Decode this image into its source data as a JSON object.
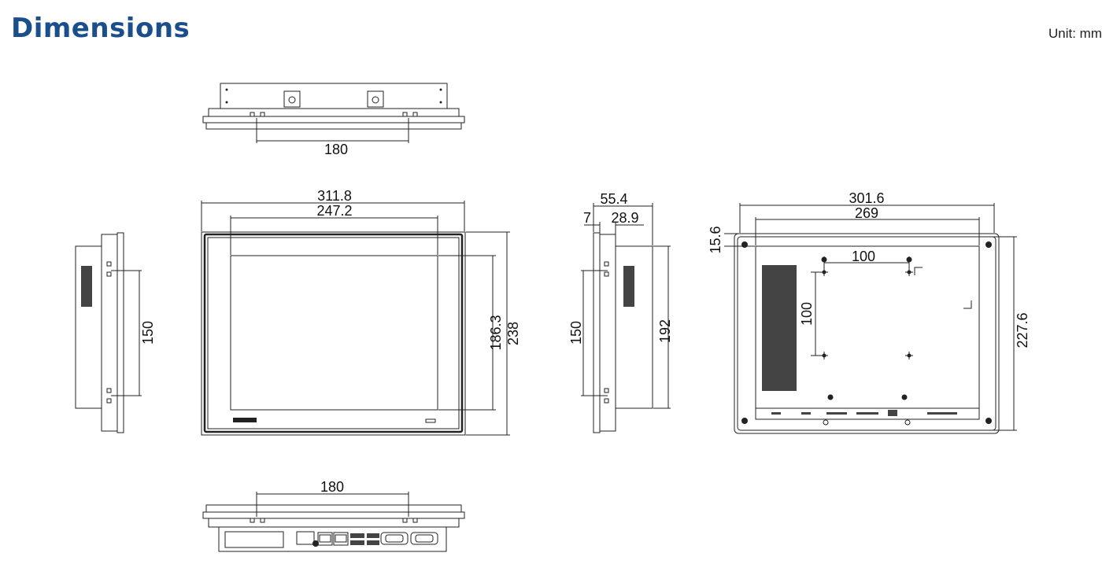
{
  "header": {
    "title": "Dimensions",
    "unit": "Unit: mm"
  },
  "colors": {
    "title": "#1b4f8c",
    "line": "#222222"
  },
  "dimensions": {
    "top_view": {
      "mount_spacing": "180"
    },
    "front_view": {
      "overall_width": "311.8",
      "display_width": "247.2",
      "display_height": "186.3",
      "overall_height": "238"
    },
    "left_side_view": {
      "mount_spacing": "150"
    },
    "right_side_view": {
      "overall_depth": "55.4",
      "bezel_depth": "7",
      "rear_depth": "28.9",
      "mount_spacing": "150",
      "rear_height": "192"
    },
    "rear_view": {
      "cutout_width": "301.6",
      "inner_width": "269",
      "corner_offset": "15.6",
      "vesa_h": "100",
      "vesa_v": "100",
      "cutout_height": "227.6"
    },
    "bottom_view": {
      "mount_spacing": "180"
    }
  }
}
